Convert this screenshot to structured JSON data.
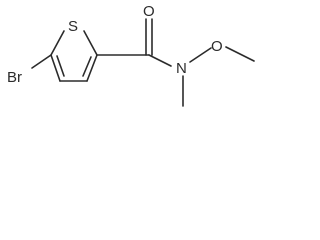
{
  "molecule": {
    "atoms": {
      "bromine": "Br",
      "sulfur": "S",
      "carbonyl_oxygen": "O",
      "amide_nitrogen": "N",
      "ether_oxygen": "O"
    },
    "colors": {
      "bond": "#2b2b2b",
      "label": "#2b2b2b",
      "background": "#ffffff"
    }
  }
}
